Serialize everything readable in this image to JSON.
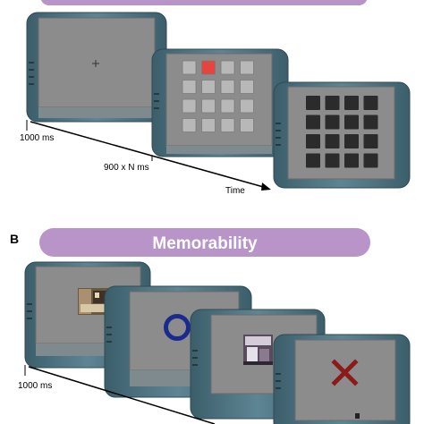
{
  "panel_a": {
    "banner_text": "",
    "timing": [
      "1000 ms",
      "900 x N ms"
    ],
    "axis_label": "Time",
    "grid": {
      "rows": 4,
      "cols": 4,
      "highlight_row": 0,
      "highlight_col": 1
    },
    "colors": {
      "banner": "#b994c8",
      "highlight": "#e5453f",
      "dark_square": "#2b2b2b",
      "light_square": "#b8b8b8"
    }
  },
  "panel_b": {
    "letter": "B",
    "title": "Memorability",
    "timing": [
      "1000 ms"
    ],
    "colors": {
      "banner": "#b994c8",
      "ring": "#1b2a8f",
      "cross": "#8b1a1a"
    },
    "icons": [
      "photo-thumbnail-icon",
      "blue-circle-icon",
      "photo-thumbnail-icon",
      "red-cross-icon"
    ]
  },
  "device": {
    "frame_color": "#4d7483",
    "screen_color": "#8c8c8c"
  }
}
